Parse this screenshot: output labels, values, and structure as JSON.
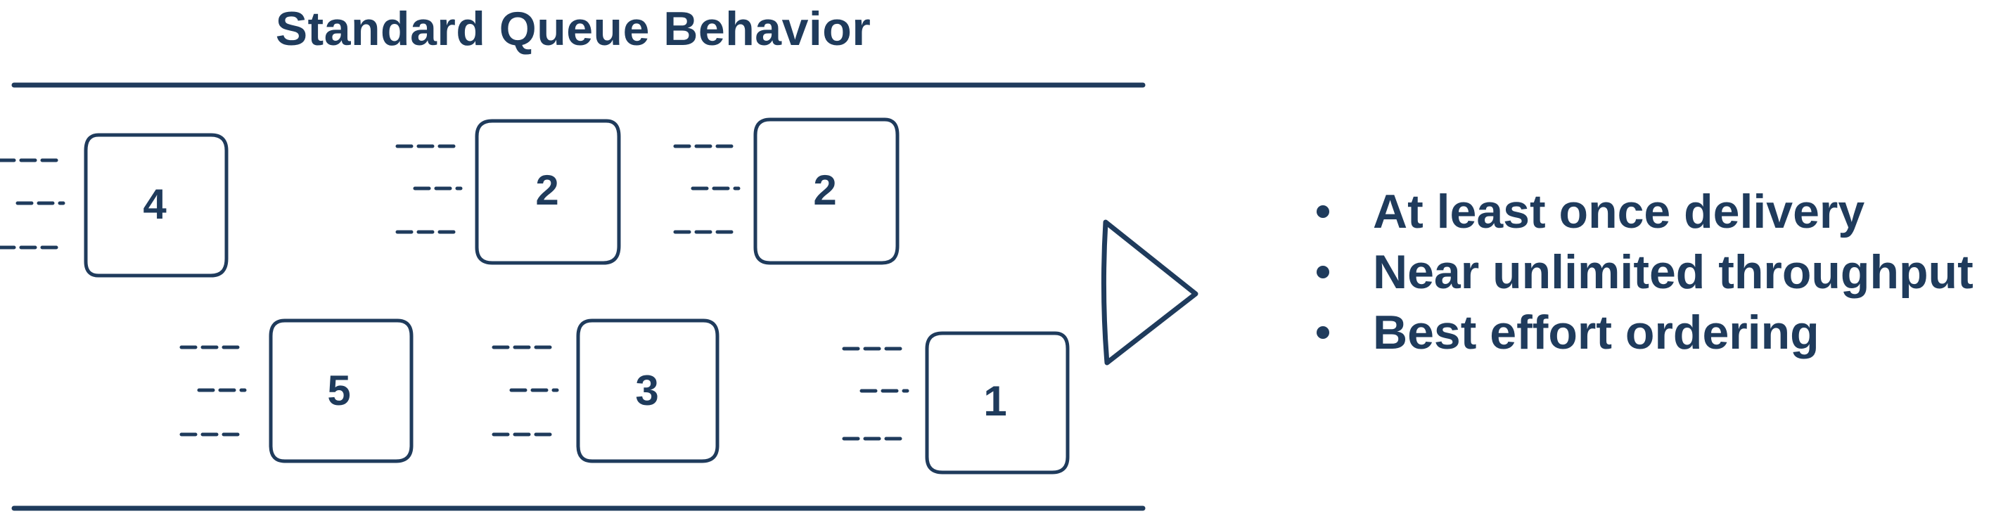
{
  "title": "Standard Queue Behavior",
  "colors": {
    "ink": "#1f3b5c",
    "background": "#ffffff"
  },
  "messages": [
    {
      "label": "4"
    },
    {
      "label": "2"
    },
    {
      "label": "2"
    },
    {
      "label": "5"
    },
    {
      "label": "3"
    },
    {
      "label": "1"
    }
  ],
  "arrow_icon": "triangle-right-icon",
  "bullets": [
    "At least once delivery",
    "Near unlimited throughput",
    "Best effort ordering"
  ]
}
